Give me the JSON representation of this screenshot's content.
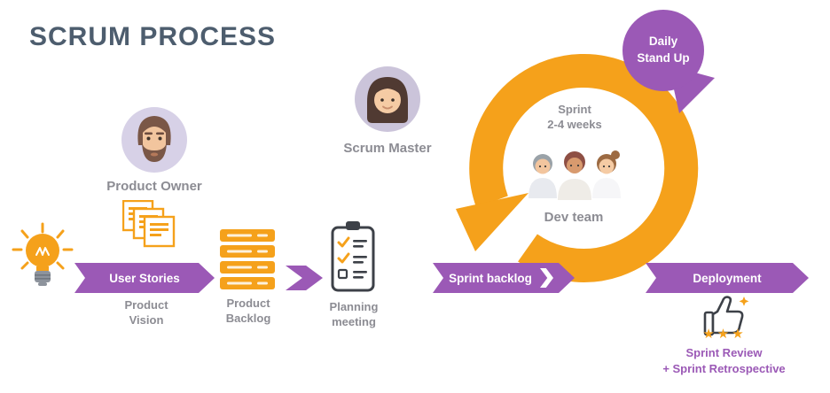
{
  "title": "SCRUM PROCESS",
  "colors": {
    "purple": "#9b59b6",
    "orange": "#f5a11b",
    "title": "#4d5d6e",
    "label": "#8c8c93",
    "dark": "#3d4148"
  },
  "people": {
    "product_owner": "Product Owner",
    "scrum_master": "Scrum Master",
    "dev_team": "Dev team"
  },
  "stages": {
    "user_stories": "User Stories",
    "product_vision": "Product\nVision",
    "product_backlog": "Product\nBacklog",
    "planning_meeting": "Planning\nmeeting",
    "sprint_backlog": "Sprint backlog",
    "deployment": "Deployment"
  },
  "sprint": {
    "duration": "Sprint\n2-4 weeks",
    "daily_standup": "Daily\nStand Up"
  },
  "review": {
    "stars": "★★★",
    "label": "Sprint Review\n+ Sprint Retrospective"
  },
  "icons": {
    "lightbulb": "idea-lightbulb",
    "sticky_notes": "user-story-notes",
    "backlog_stack": "backlog-stack",
    "clipboard": "planning-clipboard",
    "sprint_loop": "sprint-cycle-arrow",
    "standup_loop": "daily-standup-cycle-arrow",
    "thumbs_up": "thumbs-up",
    "stars": "rating-stars"
  }
}
